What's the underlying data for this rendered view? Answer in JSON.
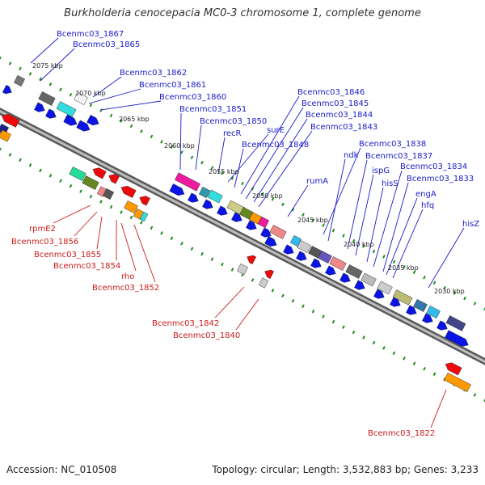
{
  "title": "Burkholderia cenocepacia MC0-3 chromosome 1, complete genome",
  "footer": {
    "accession": "Accession: NC_010508",
    "summary": "Topology: circular; Length: 3,532,883 bp; Genes: 3,233"
  },
  "colors": {
    "forward_gene": "#0a14e6",
    "reverse_gene": "#ee0a0a",
    "forward_label": "#1a1acc",
    "reverse_label": "#cc1a1a",
    "backbone": "#888888",
    "tick": "#1f8a1f"
  },
  "kbp_markers": [
    "2075 kbp",
    "2070 kbp",
    "2065 kbp",
    "2060 kbp",
    "2055 kbp",
    "2050 kbp",
    "2045 kbp",
    "2040 kbp",
    "2035 kbp",
    "2030 kbp"
  ],
  "forward_labels": [
    "Bcenmc03_1867",
    "Bcenmc03_1865",
    "Bcenmc03_1862",
    "Bcenmc03_1861",
    "Bcenmc03_1860",
    "Bcenmc03_1851",
    "Bcenmc03_1850",
    "recR",
    "surE",
    "Bcenmc03_1848",
    "Bcenmc03_1846",
    "Bcenmc03_1845",
    "Bcenmc03_1844",
    "Bcenmc03_1843",
    "rumA",
    "Bcenmc03_1838",
    "ndk",
    "Bcenmc03_1837",
    "ispG",
    "hisS",
    "Bcenmc03_1834",
    "Bcenmc03_1833",
    "engA",
    "hfq",
    "hisZ"
  ],
  "reverse_labels": [
    "rpmE2",
    "Bcenmc03_1856",
    "Bcenmc03_1855",
    "Bcenmc03_1854",
    "rho",
    "Bcenmc03_1852",
    "Bcenmc03_1842",
    "Bcenmc03_1840",
    "Bcenmc03_1822"
  ]
}
